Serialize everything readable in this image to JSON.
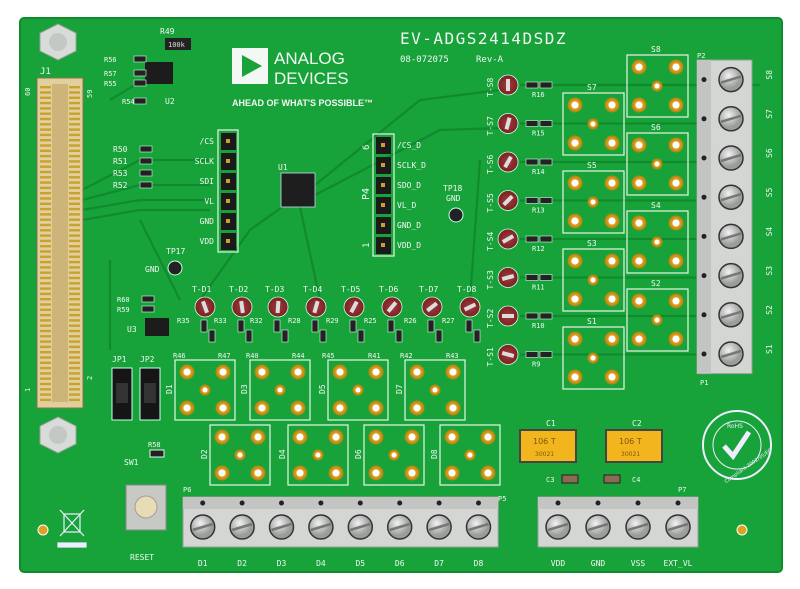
{
  "board": {
    "title": "EV-ADGS2414DSDZ",
    "part_number": "08-072075",
    "revision": "Rev-A",
    "colors": {
      "pcb": "#17a33a",
      "silkscreen": "#f2f7f2",
      "pad_gold": "#d9a521",
      "terminal": "#d3d6d3",
      "trimpot": "#8c2a2a",
      "tantalum": "#f2b51d"
    }
  },
  "logo": {
    "line1": "ANALOG",
    "line2": "DEVICES",
    "tagline": "AHEAD OF WHAT'S POSSIBLE™"
  },
  "chips": {
    "u1": "U1",
    "u2": "U2",
    "u3": "U3",
    "r49": "R49",
    "r49_mark": "100k"
  },
  "left_resistors": [
    "R50",
    "R51",
    "R53",
    "R52"
  ],
  "u2_resistors": [
    "R56",
    "R57",
    "R55",
    "R54"
  ],
  "u3_resistors": [
    "R60",
    "R59"
  ],
  "j1": {
    "label": "J1",
    "pin_top": "60",
    "pin_top2": "59",
    "pin_bottom": "1",
    "pin_bottom2": "2"
  },
  "header_left": {
    "pins": [
      "/CS",
      "SCLK",
      "SDI",
      "VL",
      "GND",
      "VDD"
    ]
  },
  "header_p4": {
    "label": "P4",
    "pin_first": "6",
    "pin_last": "1",
    "pins": [
      "/CS_D",
      "SCLK_D",
      "SDO_D",
      "VL_D",
      "GND_D",
      "VDD_D"
    ]
  },
  "test_points": {
    "tp17": "TP17",
    "tp17_net": "GND",
    "tp18": "TP18",
    "tp18_net": "GND"
  },
  "trimpots_d": [
    "T-D1",
    "T-D2",
    "T-D3",
    "T-D4",
    "T-D5",
    "T-D6",
    "T-D7",
    "T-D8"
  ],
  "resistors_d": [
    "R35",
    "R33",
    "R32",
    "R28",
    "R29",
    "R25",
    "R26",
    "R27"
  ],
  "resistors_d_lower": [
    "R46",
    "R47",
    "R40",
    "R44",
    "R45",
    "R41",
    "R42",
    "R43"
  ],
  "trimpots_s": [
    "T-S8",
    "T-S7",
    "T-S6",
    "T-S5",
    "T-S4",
    "T-S3",
    "T-S2",
    "T-S1"
  ],
  "resistors_s": [
    "R16",
    "R15",
    "R14",
    "R13",
    "R12",
    "R11",
    "R10",
    "R9"
  ],
  "switch_blocks_d": [
    "D1",
    "D2",
    "D3",
    "D4",
    "D5",
    "D6",
    "D7",
    "D8"
  ],
  "switch_blocks_s": [
    "S8",
    "S7",
    "S6",
    "S5",
    "S4",
    "S3",
    "S2",
    "S1"
  ],
  "jumpers": [
    "JP1",
    "JP2"
  ],
  "switch": {
    "label": "SW1",
    "caption": "RESET"
  },
  "r58": "R58",
  "capacitors": {
    "c1": "C1",
    "c2": "C2",
    "c3": "C3",
    "c4": "C4",
    "c1_mark": "106 T",
    "c1_code": "30021",
    "c2_mark": "106 T",
    "c2_code": "30021"
  },
  "terminal_p6": {
    "label": "P6",
    "label2": "P5",
    "pins": [
      "D1",
      "D2",
      "D3",
      "D4",
      "D5",
      "D6",
      "D7",
      "D8"
    ]
  },
  "terminal_p7": {
    "label": "P7",
    "pins": [
      "VDD",
      "GND",
      "VSS",
      "EXT_VL"
    ]
  },
  "terminal_p1": {
    "label": "P1",
    "label2": "P2",
    "pins": [
      "S8",
      "S7",
      "S6",
      "S5",
      "S4",
      "S3",
      "S2",
      "S1"
    ]
  },
  "rohs": {
    "top": "RoHS",
    "ring": "Compliant 2002/95/EC"
  }
}
